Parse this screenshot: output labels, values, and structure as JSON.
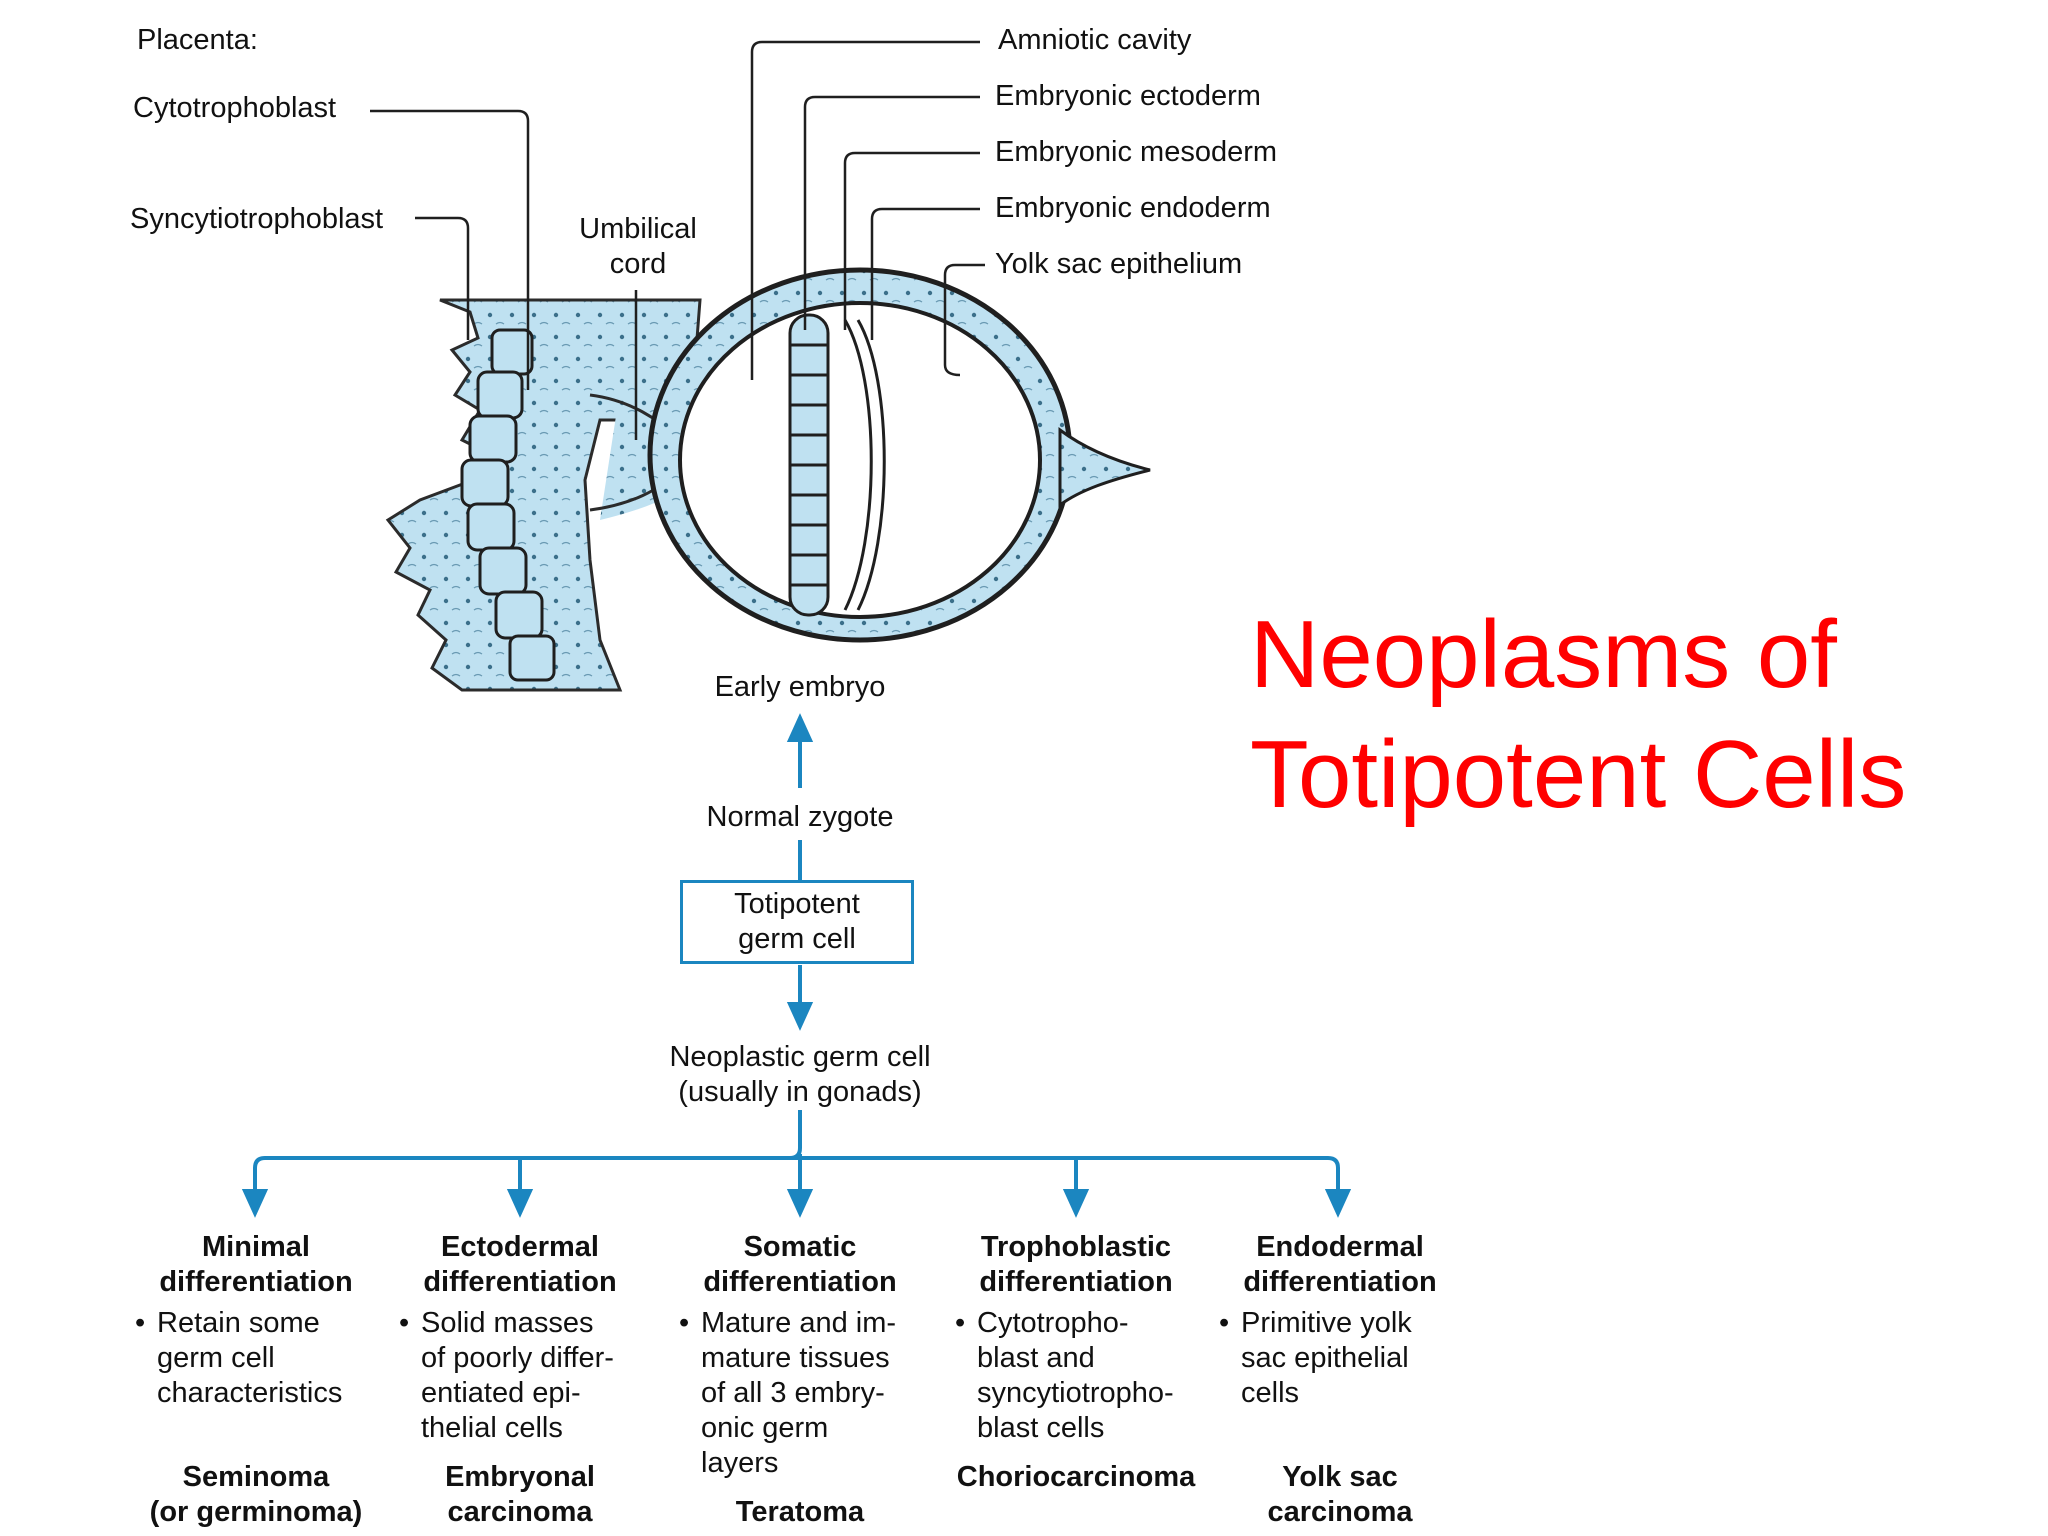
{
  "title": {
    "line1": "Neoplasms of",
    "line2": "Totipotent Cells"
  },
  "colors": {
    "title": "#ff0000",
    "arrows": "#1b86c0",
    "tissue": "#bfe1f1",
    "outline": "#222222"
  },
  "embryo": {
    "placenta_heading": "Placenta:",
    "cytotrophoblast": "Cytotrophoblast",
    "syncytiotrophoblast": "Syncytiotrophoblast",
    "umbilical_cord": "Umbilical\ncord",
    "amniotic_cavity": "Amniotic cavity",
    "embryonic_ectoderm": "Embryonic ectoderm",
    "embryonic_mesoderm": "Embryonic mesoderm",
    "embryonic_endoderm": "Embryonic endoderm",
    "yolk_sac_epithelium": "Yolk sac epithelium",
    "caption": "Early embryo"
  },
  "flow": {
    "normal_zygote": "Normal zygote",
    "totipotent_box": "Totipotent\ngerm cell",
    "neoplastic": "Neoplastic germ cell\n(usually in gonads)"
  },
  "columns": [
    {
      "heading": "Minimal\ndifferentiation",
      "bullet": "Retain some\ngerm cell\ncharacteristics",
      "tumor": "Seminoma\n(or germinoma)"
    },
    {
      "heading": "Ectodermal\ndifferentiation",
      "bullet": "Solid masses\nof poorly differ-\nentiated epi-\nthelial cells",
      "tumor": "Embryonal\ncarcinoma"
    },
    {
      "heading": "Somatic\ndifferentiation",
      "bullet": "Mature and im-\nmature tissues\nof all 3 embry-\nonic germ\nlayers",
      "tumor": "Teratoma"
    },
    {
      "heading": "Trophoblastic\ndifferentiation",
      "bullet": "Cytotropho-\nblast and\nsyncytiotropho-\nblast cells",
      "tumor": "Choriocarcinoma"
    },
    {
      "heading": "Endodermal\ndifferentiation",
      "bullet": "Primitive yolk\nsac epithelial\ncells",
      "tumor": "Yolk sac\ncarcinoma"
    }
  ]
}
